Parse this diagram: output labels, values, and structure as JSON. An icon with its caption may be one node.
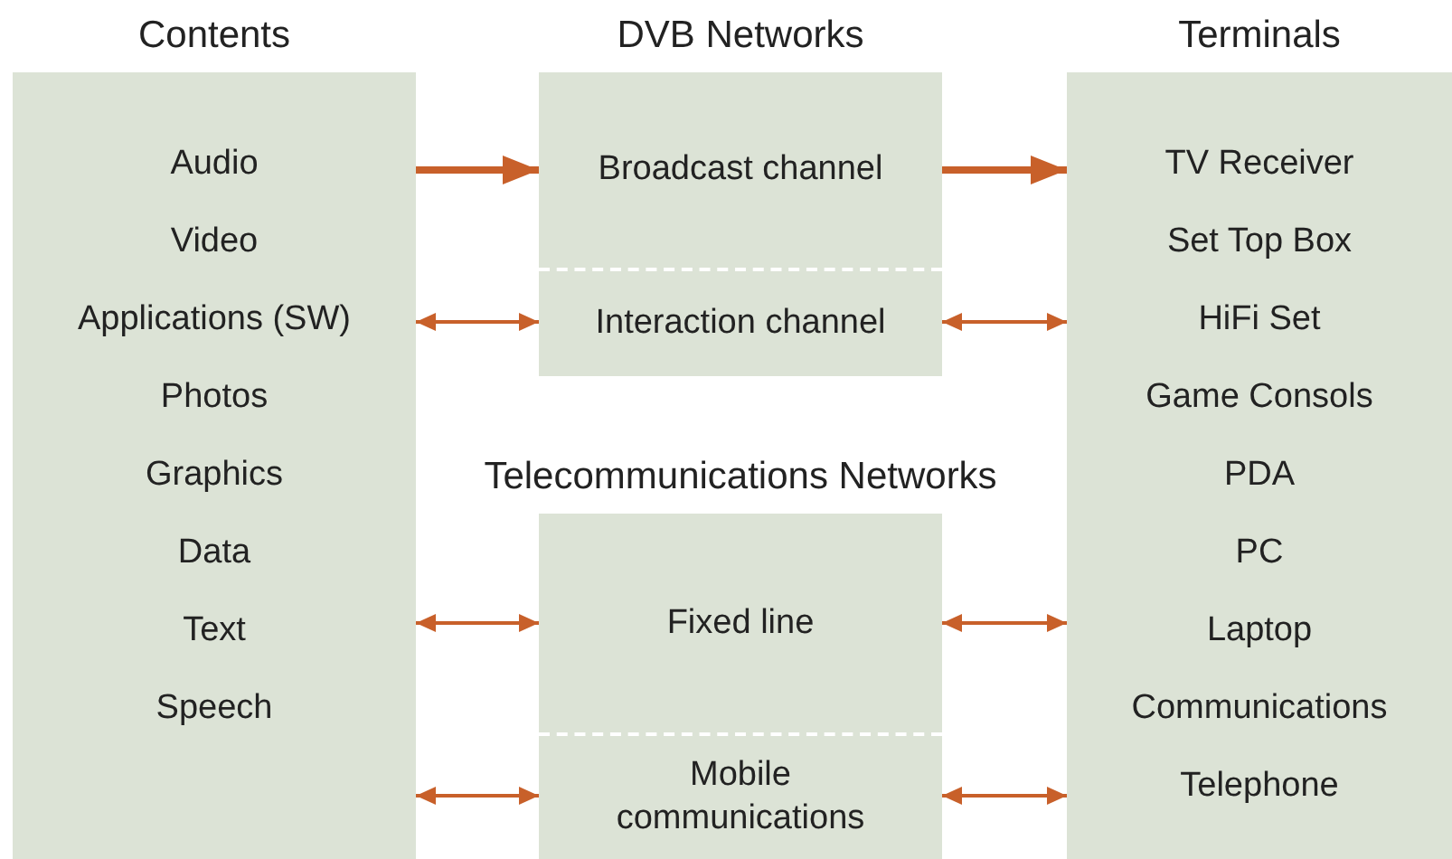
{
  "diagram": {
    "nodes": [
      {
        "text": [
          "Contents",
          "Audio",
          "Video",
          "Applications (SW)",
          "Photos",
          "Graphics",
          "Data",
          "Text",
          "Speech"
        ]
      },
      {
        "text": [
          "DVB Networks"
        ]
      },
      {
        "text": [
          "Broadcast channel"
        ],
        "in": 1
      },
      {
        "text": [
          "Interaction channel"
        ],
        "in": 1
      },
      {
        "text": [
          "Telecommunications Networks"
        ]
      },
      {
        "text": [
          "Fixed line"
        ],
        "in": 4
      },
      {
        "text": [
          "Mobile communications"
        ],
        "in": 4
      },
      {
        "text": [
          "Terminals",
          "TV Receiver",
          "Set Top Box",
          "HiFi Set",
          "Game Consols",
          "PDA",
          "PC",
          "Laptop",
          "Communications",
          "Telephone"
        ]
      }
    ],
    "edges": [
      {
        "from": 0,
        "to": 2,
        "arrow": "to",
        "style": "thick"
      },
      {
        "from": 0,
        "to": 3,
        "arrow": "both"
      },
      {
        "from": 0,
        "to": 5,
        "arrow": "both"
      },
      {
        "from": 0,
        "to": 6,
        "arrow": "both"
      },
      {
        "from": 2,
        "to": 7,
        "arrow": "to",
        "style": "thick"
      },
      {
        "from": 3,
        "to": 7,
        "arrow": "both"
      },
      {
        "from": 5,
        "to": 7,
        "arrow": "both"
      },
      {
        "from": 6,
        "to": 7,
        "arrow": "both"
      }
    ]
  }
}
